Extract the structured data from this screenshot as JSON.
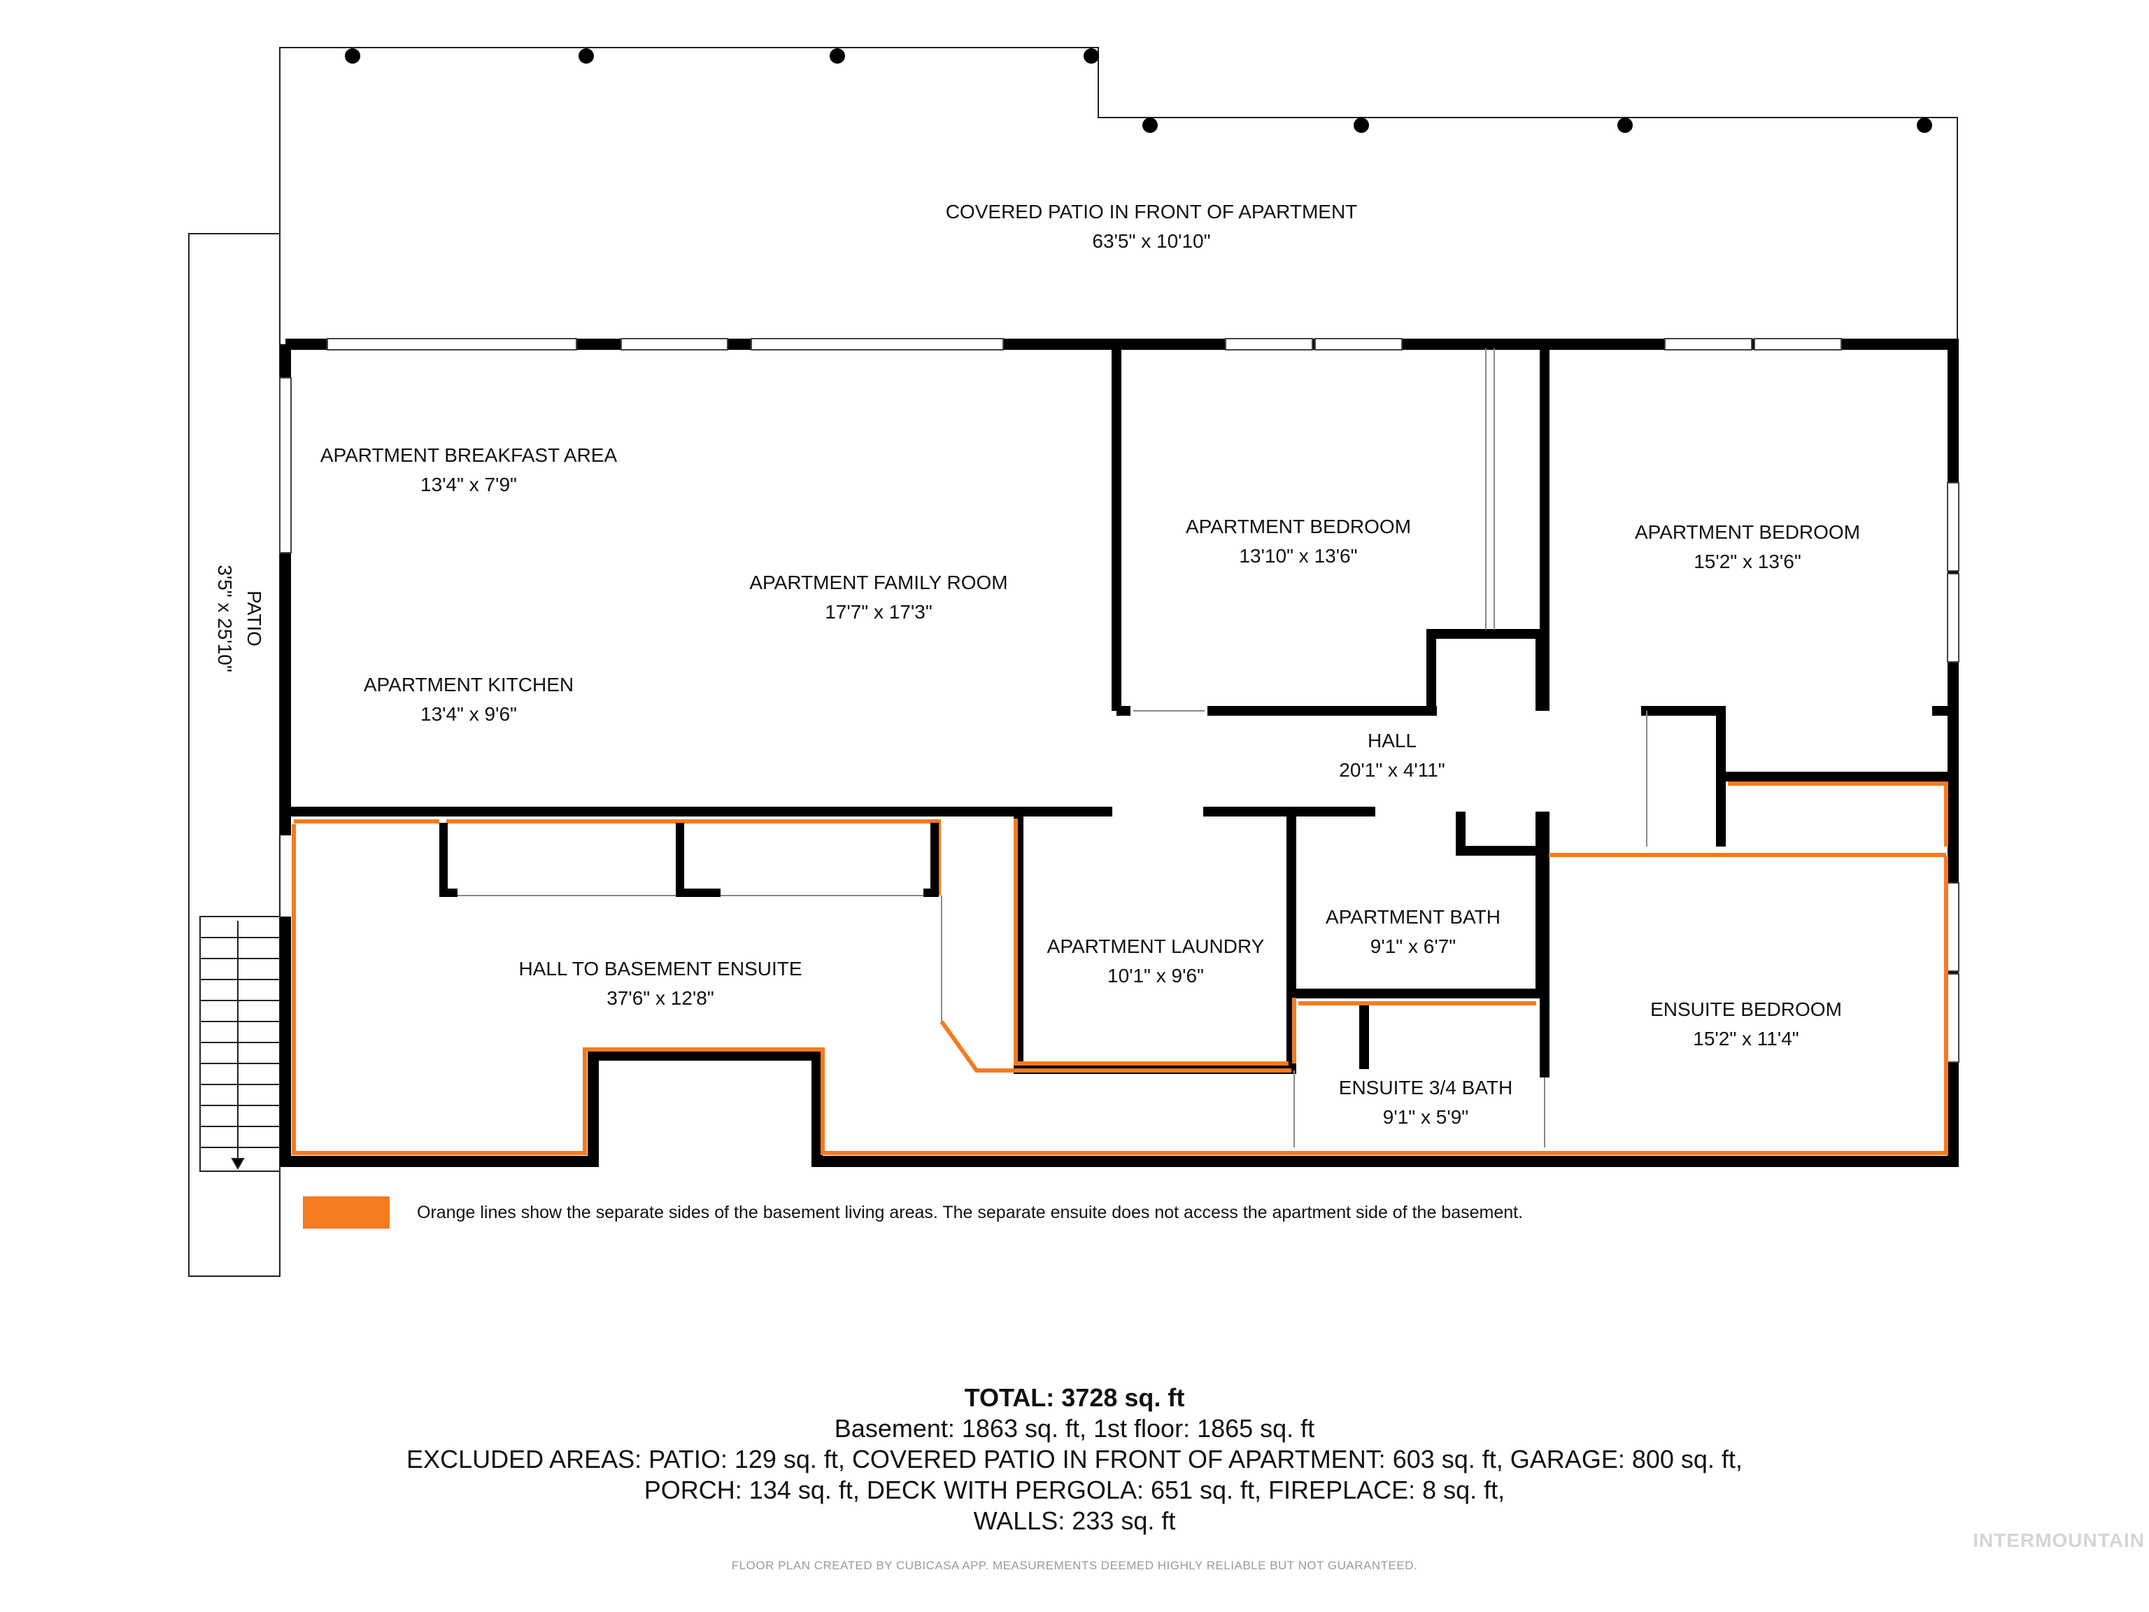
{
  "rooms": {
    "covered_patio": {
      "name": "COVERED PATIO IN FRONT OF APARTMENT",
      "dim": "63'5\" x 10'10\""
    },
    "patio_side": {
      "name": "PATIO",
      "dim": "3'5\" x 25'10\""
    },
    "breakfast": {
      "name": "APARTMENT BREAKFAST AREA",
      "dim": "13'4\" x 7'9\""
    },
    "family": {
      "name": "APARTMENT FAMILY ROOM",
      "dim": "17'7\" x 17'3\""
    },
    "kitchen": {
      "name": "APARTMENT KITCHEN",
      "dim": "13'4\" x 9'6\""
    },
    "bedroom1": {
      "name": "APARTMENT BEDROOM",
      "dim": "13'10\" x 13'6\""
    },
    "bedroom2": {
      "name": "APARTMENT BEDROOM",
      "dim": "15'2\" x 13'6\""
    },
    "hall": {
      "name": "HALL",
      "dim": "20'1\" x 4'11\""
    },
    "hall_basement": {
      "name": "HALL TO BASEMENT ENSUITE",
      "dim": "37'6\" x 12'8\""
    },
    "laundry": {
      "name": "APARTMENT LAUNDRY",
      "dim": "10'1\" x 9'6\""
    },
    "apt_bath": {
      "name": "APARTMENT BATH",
      "dim": "9'1\" x 6'7\""
    },
    "ensuite_bath": {
      "name": "ENSUITE 3/4 BATH",
      "dim": "9'1\" x 5'9\""
    },
    "ensuite_bedroom": {
      "name": "ENSUITE BEDROOM",
      "dim": "15'2\" x 11'4\""
    }
  },
  "legend": {
    "swatch_color": "#f47b20",
    "text": "Orange lines show the separate sides of the basement living areas. The separate ensuite does not access the apartment side of the basement."
  },
  "totals": {
    "total_label": "TOTAL: 3728 sq. ft",
    "line1": "Basement: 1863 sq. ft, 1st floor: 1865 sq. ft",
    "line2": "EXCLUDED AREAS: PATIO: 129 sq. ft, COVERED PATIO IN FRONT OF APARTMENT: 603 sq. ft, GARAGE: 800 sq. ft,",
    "line3": "PORCH: 134 sq. ft, DECK WITH PERGOLA: 651 sq. ft, FIREPLACE: 8 sq. ft,",
    "line4": "WALLS: 233 sq. ft"
  },
  "footer_note": "FLOOR PLAN CREATED BY CUBICASA APP. MEASUREMENTS DEEMED HIGHLY RELIABLE BUT NOT GUARANTEED.",
  "watermark": "INTERMOUNTAIN",
  "colors": {
    "wall": "#000000",
    "separator": "#f47b20",
    "window": "#cfcfcf"
  }
}
